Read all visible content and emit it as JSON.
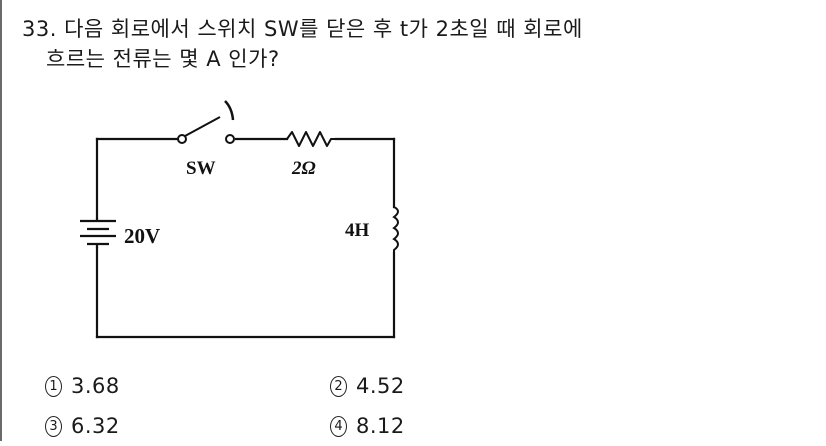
{
  "question": {
    "number": "33.",
    "line1": "다음 회로에서 스위치 SW를 닫은 후 t가 2초일 때 회로에",
    "line2": "흐르는 전류는 몇 A 인가?"
  },
  "circuit": {
    "switch_label": "SW",
    "resistor_label": "2Ω",
    "source_label": "20V",
    "inductor_label": "4H"
  },
  "choices": [
    {
      "num": "1",
      "value": "3.68"
    },
    {
      "num": "2",
      "value": "4.52"
    },
    {
      "num": "3",
      "value": "6.32"
    },
    {
      "num": "4",
      "value": "8.12"
    }
  ]
}
